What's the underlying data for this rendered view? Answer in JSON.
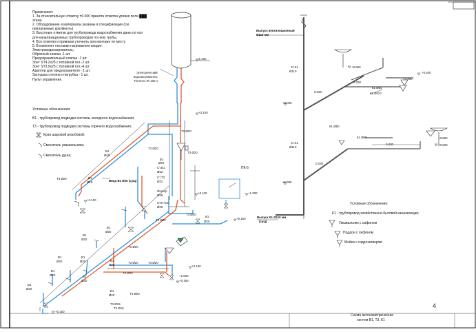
{
  "notes": {
    "title": "Примечания:",
    "lines": [
      "1. За относительную отметку ±0.000 принята отметка уровня пола ███",
      "этажа",
      "2. Оборудование и материалы указаны в спецификации (см.",
      "прилагаемые документы)",
      "3. Высотные отметки для трубопровода водоснабжения даны по оси",
      "для канализационных трубопроводов по низу трубы.",
      "4. Все отметки и привязки уточнить при монтаже по месту",
      "5. В комплект поставки нагревателя входит:",
      "Электроводонагреватель;",
      "Обратный клапан -1 шт.",
      "Предохранительный клапан -1 шт.",
      "Зонт ST4.2x25 с потайной гол.-2 шт.",
      "Зонт ST3.9x25 с потайной гол.-4 шт.",
      "Адаптер для предохранителя - 1 шт.",
      "Заглушка стенного патрубка - 1 шт.",
      "Пульт управления."
    ]
  },
  "legend_water": {
    "title": "Условные обозначения:",
    "v1": "В1 - трубопровод подводки системы холодного водоснабжения;",
    "t3": "Т3 - трубопровод подводки системы горячего водоснабжения;",
    "valve": "Кран шаровой резьбовой;",
    "mixer_sink": "Смеситель умывальника;",
    "mixer_shower": "Смеситель душа;"
  },
  "legend_sewer": {
    "title": "Условные обозначения:",
    "k1": "К1 - трубопровод хозяйственно-бытовой канализации;",
    "basin": "Умывальник с сифоном",
    "tray": "Поддон с сифоном",
    "sink": "Мойка с гидрозатвором"
  },
  "heater": {
    "label1": "Электрический",
    "label2": "водонагреватель",
    "label3": "Thermex IR 100 V",
    "elev": "+1.400"
  },
  "pk": "ПК-5",
  "stamp": {
    "title1": "Схема аксонометрическая",
    "title2": "систем В1, Т3, К1",
    "sheet": "4"
  },
  "labels": {
    "v1": "В1",
    "t3": "Т3",
    "k1": "К1",
    "d20": "Ø20",
    "d15": "Ø15",
    "d25": "Ø25",
    "d50": "Ø50",
    "d110": "Ø110",
    "t3d20": "Т3 Ø20",
    "t3d15": "Т3 Ø15",
    "k1d50": "К1 Ø50",
    "k1d110": "К1 Ø110",
    "vent": "Выпуск вентиляционный",
    "vent_d": "Ø110 мм",
    "outlet": "Выпуск К1 Ø110 мм",
    "outlet_d": "(сущ)",
    "riser": "Ст.К1",
    "input_v1": "Ввод В1 Ø20 (сущ)",
    "filter": "Фильтр",
    "counter": "Счётчик",
    "st_v1": "Ст.В1",
    "st_t3": "Ст.Т3",
    "d32": "Ø32"
  },
  "elevations": {
    "e0000": "±0.000",
    "e3000": "+3.000",
    "e3100": "+3.100",
    "e0100": "+0.100",
    "e1200": "+1.200",
    "e0150": "+0.150",
    "e0800": "+0.800",
    "e1000": "+1.000",
    "e0500": "+0.500",
    "e0650": "+0.650",
    "e0400": "+0.400",
    "e0200": "+0.200",
    "e2500": "+2.500",
    "e1100": "+1.100",
    "m0150": "-0.150",
    "e0250": "+0.250",
    "e0900": "+0.900",
    "e0020": "0.020",
    "e0030": "0.030",
    "e0035": "0.035"
  },
  "colors": {
    "cold": "#2f8fd6",
    "hot": "#e0562b",
    "line": "#222222",
    "green": "#2c9b4a"
  }
}
